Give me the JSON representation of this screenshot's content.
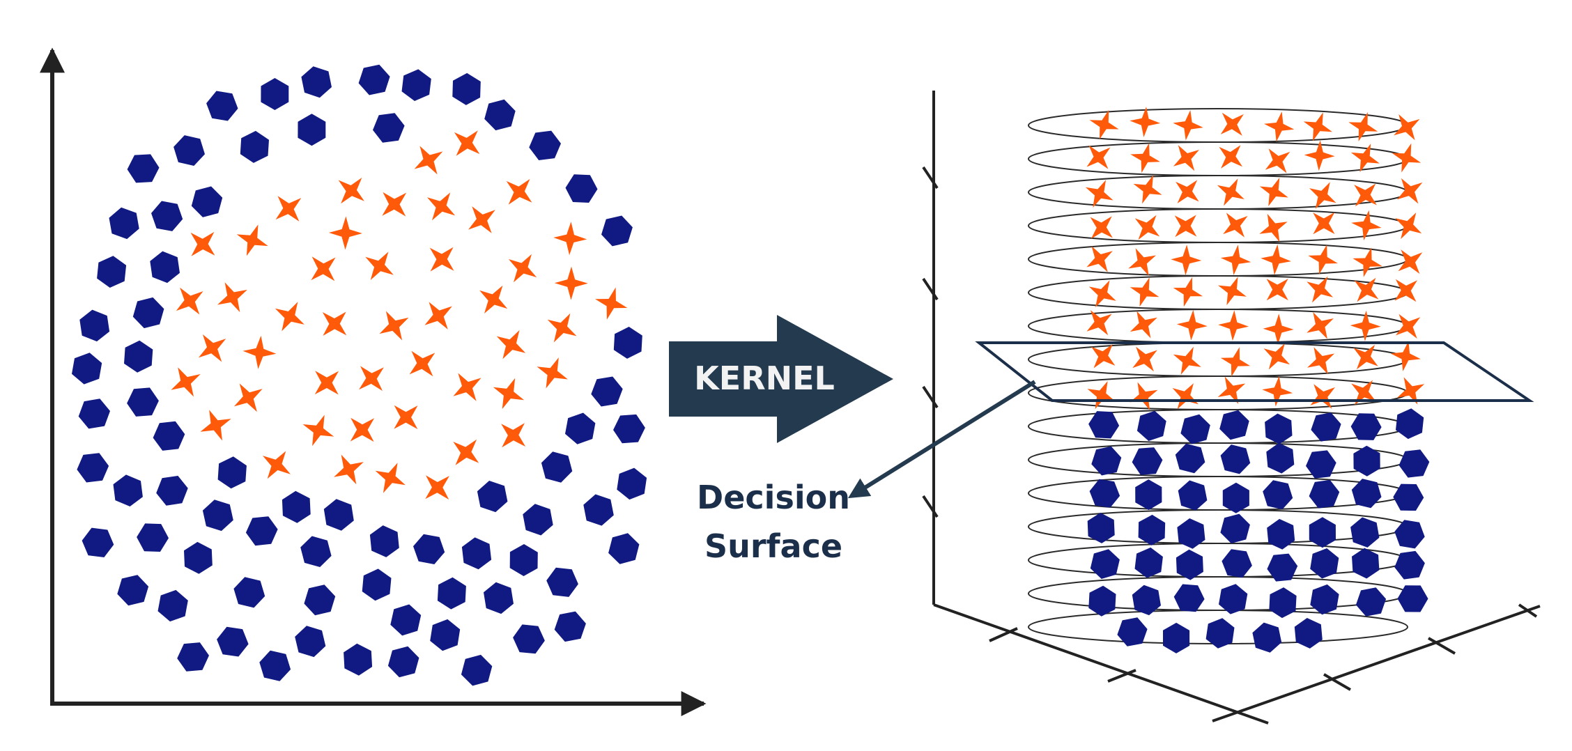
{
  "diagram": {
    "kernel_label": "KERNEL",
    "decision_surface_label": [
      "Decision",
      "Surface"
    ]
  },
  "colors": {
    "class_inner": "#ff5a0a",
    "class_outer": "#101a82",
    "arrow_fill": "#243a4f",
    "axis": "#222222",
    "plane": "#1c2f4a",
    "ring": "#2a2a2a"
  },
  "icons": {
    "class_inner_marker": "four-point-star-icon",
    "class_outer_marker": "hexagon-icon"
  }
}
